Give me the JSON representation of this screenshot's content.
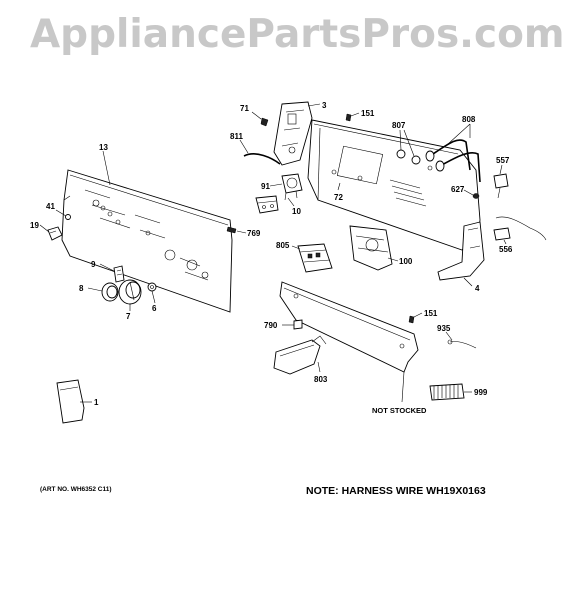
{
  "watermark": "AppliancePartsPros.com",
  "callouts": {
    "c71": "71",
    "c3": "3",
    "c151a": "151",
    "c811": "811",
    "c807": "807",
    "c808": "808",
    "c13": "13",
    "c557": "557",
    "c91": "91",
    "c72": "72",
    "c627": "627",
    "c10": "10",
    "c41": "41",
    "c19": "19",
    "c769": "769",
    "c805": "805",
    "c100": "100",
    "c556": "556",
    "c9": "9",
    "c4": "4",
    "c8": "8",
    "c6": "6",
    "c7": "7",
    "c151b": "151",
    "c790": "790",
    "c935": "935",
    "c803": "803",
    "c999": "999",
    "c1": "1"
  },
  "not_stocked": "NOT STOCKED",
  "art_no": "(ART NO. WH6352 C11)",
  "note": "NOTE: HARNESS WIRE WH19X0163"
}
